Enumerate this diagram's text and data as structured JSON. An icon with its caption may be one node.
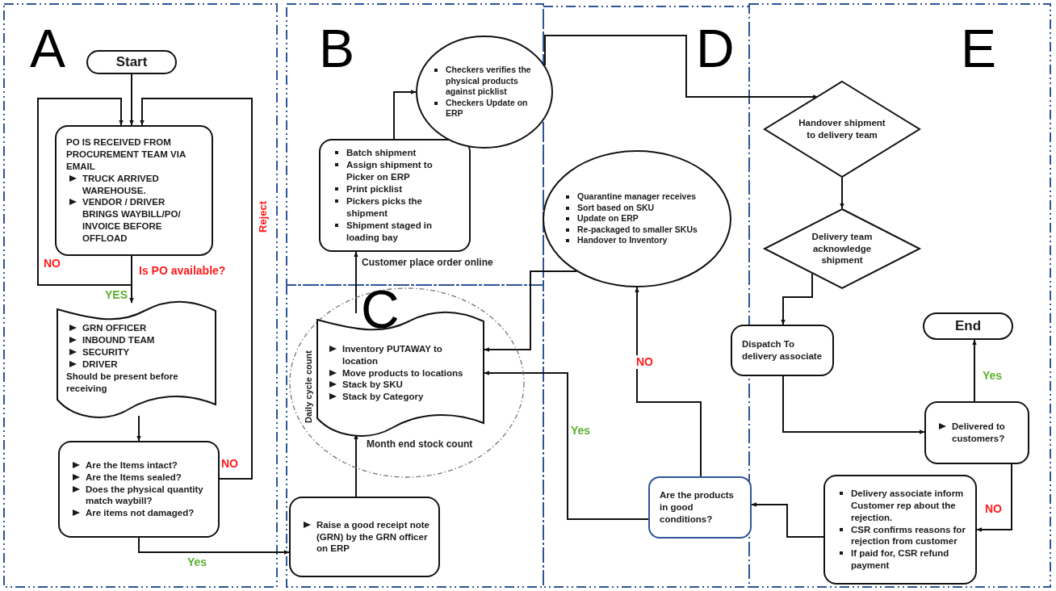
{
  "diagram": {
    "nodes": [
      {
        "text": [
          "Start"
        ]
      },
      {
        "text": [
          "PO IS RECEIVED FROM PROCUREMENT TEAM VIA EMAIL",
          "TRUCK ARRIVED WAREHOUSE.",
          "VENDOR / DRIVER BRINGS WAYBILL/PO/ INVOICE BEFORE OFFLOAD"
        ]
      },
      {
        "text": [
          "GRN OFFICER",
          "INBOUND TEAM",
          "SECURITY",
          "DRIVER",
          "Should be present before receiving"
        ]
      },
      {
        "text": [
          "Are the Items intact?",
          "Are the Items sealed?",
          "Does the physical quantity match waybill?",
          "Are items not damaged?"
        ]
      },
      {
        "text": [
          "Batch shipment",
          "Assign shipment to Picker on ERP",
          "Print picklist",
          "Pickers picks the shipment",
          "Shipment staged in loading bay"
        ]
      },
      {
        "text": [
          "Checkers verifies the physical products against picklist",
          "Checkers Update on ERP"
        ]
      },
      {
        "text": [],
        "shape": "circle",
        "beside": [
          "Daily cycle count"
        ]
      },
      {
        "text": [
          "Inventory PUTAWAY to location",
          "Move products to locations",
          "Stack by SKU",
          "Stack by Category"
        ],
        "in": 6
      },
      {
        "text": [
          "Raise a good receipt note (GRN) by the GRN officer on ERP"
        ]
      },
      {
        "text": [
          "Quarantine manager receives",
          "Sort based on SKU",
          "Update on ERP",
          "Re-packaged to smaller SKUs",
          "Handover to Inventory"
        ]
      },
      {
        "text": [
          "Are the products in good conditions?"
        ]
      },
      {
        "text": [
          "Handover shipment to delivery team"
        ]
      },
      {
        "text": [
          "Delivery team acknowledge shipment"
        ]
      },
      {
        "text": [
          "Dispatch To delivery associate"
        ]
      },
      {
        "text": [
          "End"
        ]
      },
      {
        "text": [
          "Delivered to customers?"
        ]
      },
      {
        "text": [
          "Delivery associate inform Customer rep about the rejection.",
          "CSR confirms reasons for rejection from customer",
          "If paid for, CSR refund payment"
        ]
      }
    ],
    "edges": [
      {
        "from": 0,
        "to": 1,
        "arrow": "to"
      },
      {
        "from": 1,
        "to": 1,
        "arrow": "to",
        "label": "NO"
      },
      {
        "from": 1,
        "to": 2,
        "arrow": "to",
        "label": "YES"
      },
      {
        "from": 2,
        "to": 3,
        "arrow": "to"
      },
      {
        "from": 3,
        "to": 1,
        "arrow": "to",
        "label": "NO"
      },
      {
        "from": 3,
        "to": 8,
        "arrow": "to",
        "label": "Yes"
      },
      {
        "from": 8,
        "to": 7,
        "arrow": "to",
        "label": "Month end stock count"
      },
      {
        "from": 7,
        "to": 4,
        "arrow": "to",
        "label": "Customer place order online"
      },
      {
        "from": 4,
        "to": 5,
        "arrow": "to"
      },
      {
        "from": 5,
        "to": 11,
        "arrow": "to"
      },
      {
        "from": 11,
        "to": 12,
        "arrow": "to"
      },
      {
        "from": 12,
        "to": 13,
        "arrow": "to"
      },
      {
        "from": 13,
        "to": 15,
        "arrow": "to"
      },
      {
        "from": 15,
        "to": 14,
        "arrow": "to",
        "label": "Yes"
      },
      {
        "from": 15,
        "to": 16,
        "arrow": "to",
        "label": "NO"
      },
      {
        "from": 16,
        "to": 10,
        "arrow": "to"
      },
      {
        "from": 10,
        "to": 7,
        "arrow": "to",
        "label": "Yes"
      },
      {
        "from": 10,
        "to": 9,
        "arrow": "to",
        "label": "NO"
      },
      {
        "from": 9,
        "to": 7,
        "arrow": "to"
      }
    ],
    "labels": [
      "A",
      "B",
      "D",
      "E",
      "Reject",
      "Is PO available?",
      "C"
    ]
  }
}
